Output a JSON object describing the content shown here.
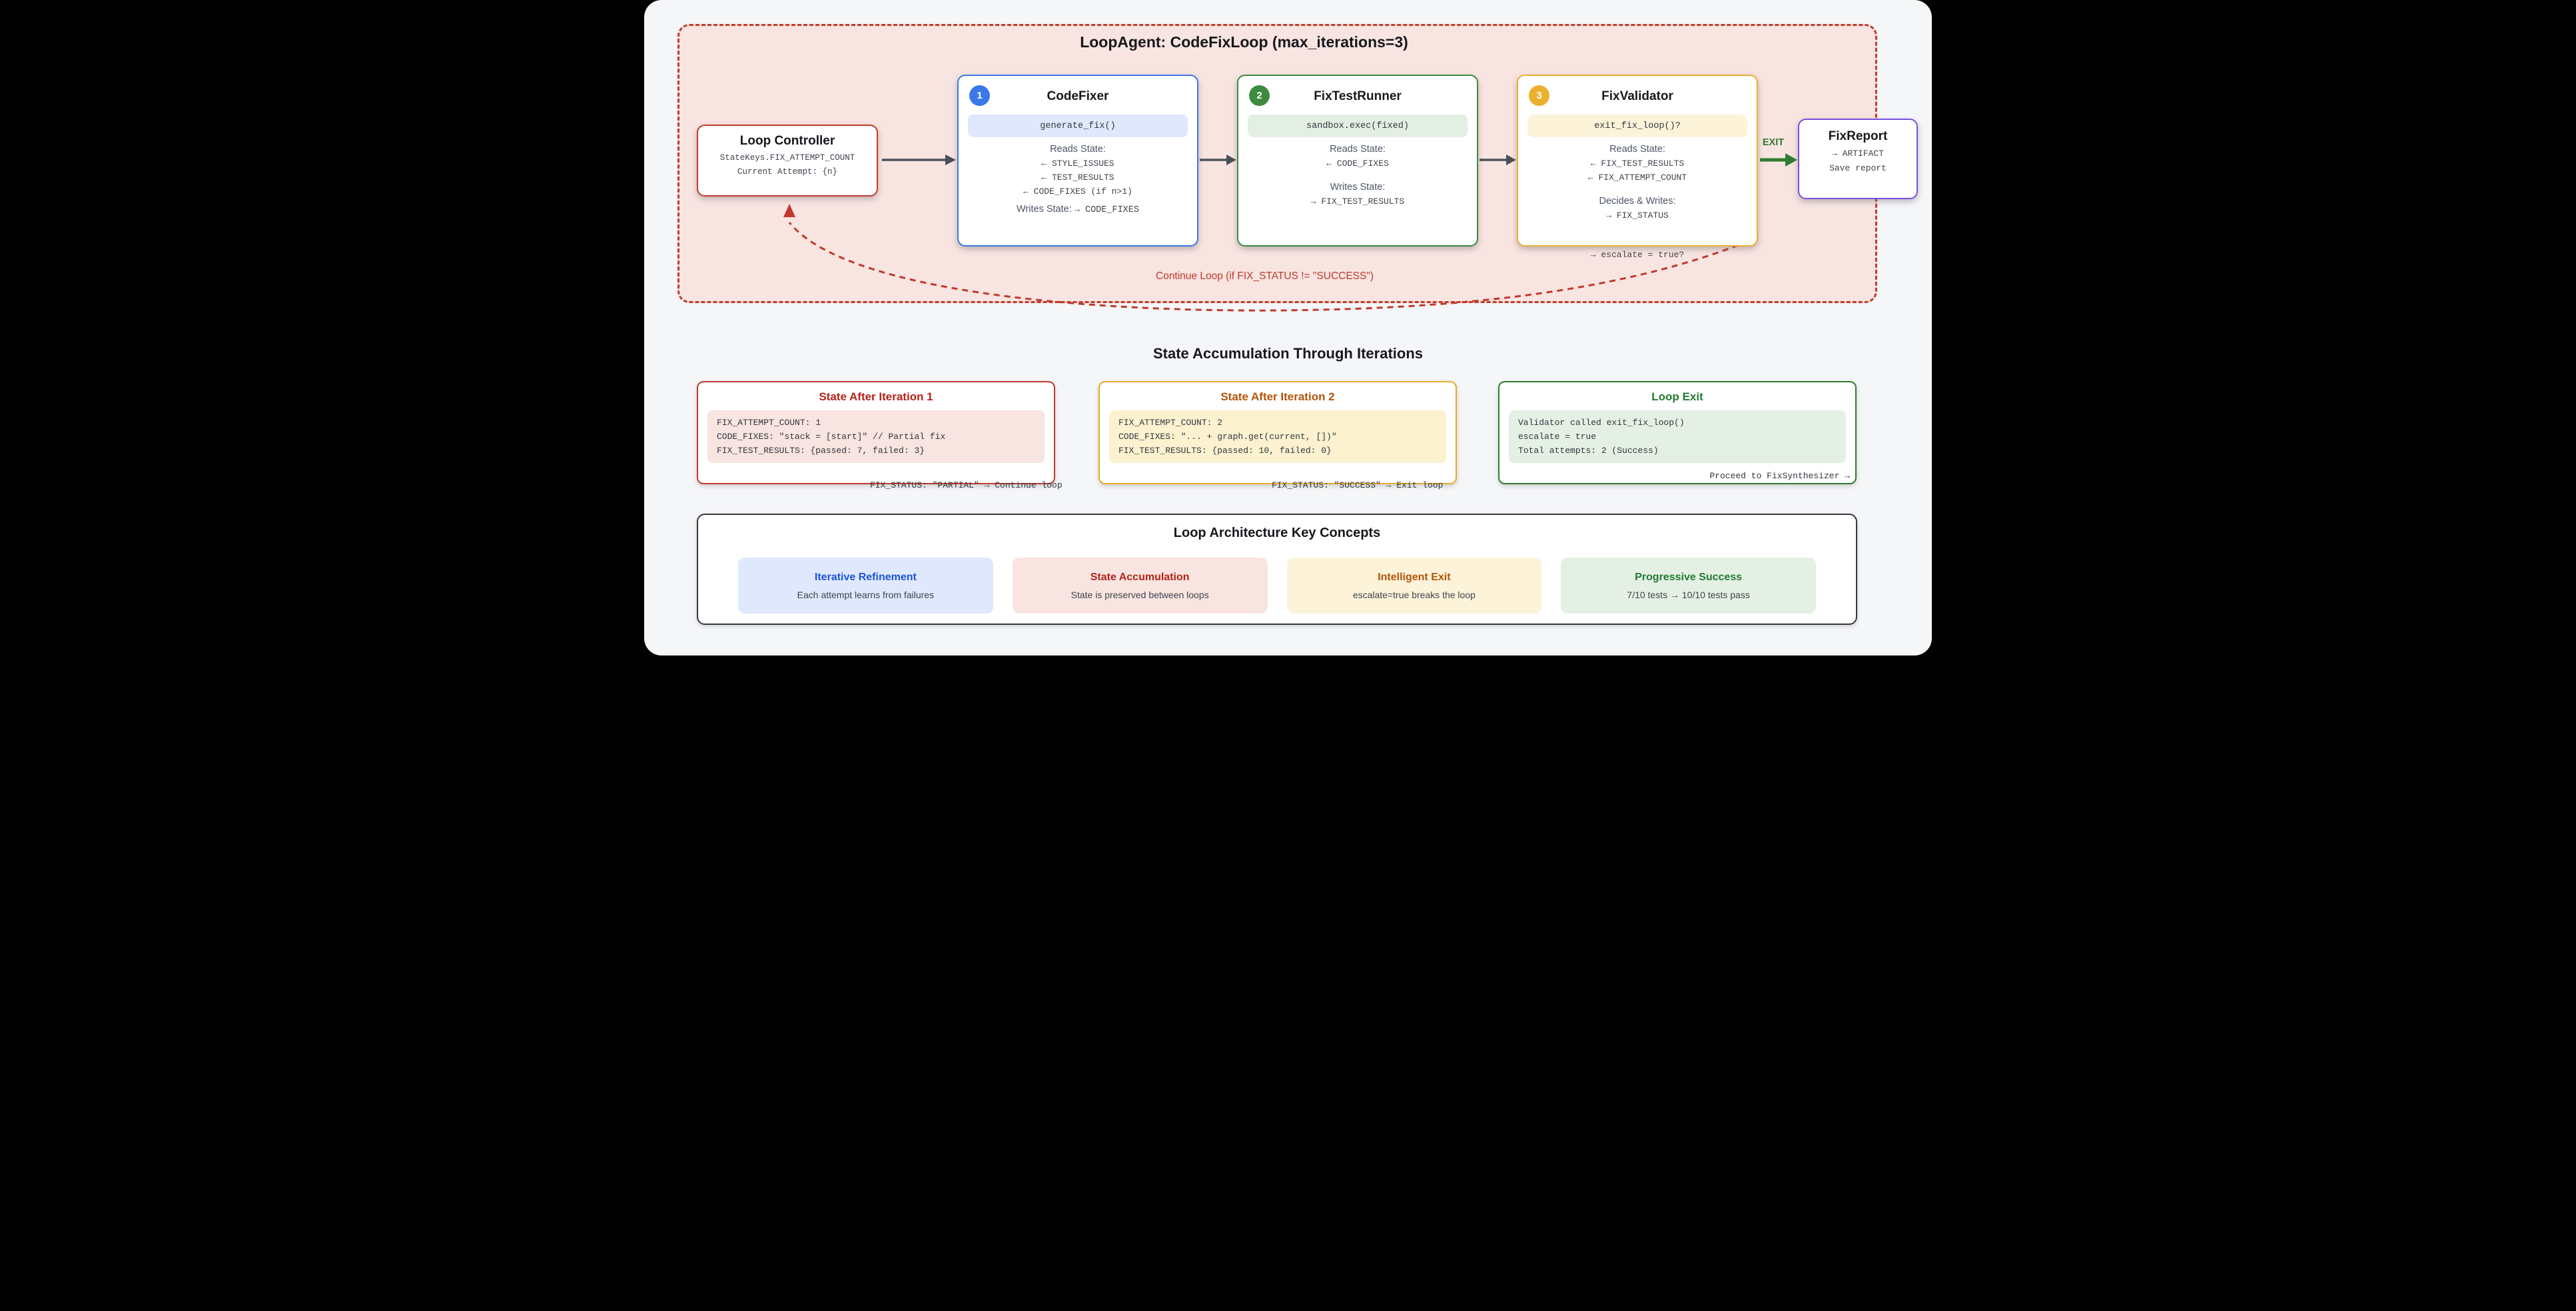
{
  "palette": {
    "loop_red": "#c23b2b",
    "blue": "#3b78e8",
    "green": "#3d8b40",
    "amber": "#ecb02f",
    "purple": "#7b4fe0",
    "exit_green": "#2e7d32",
    "arrow_gray": "#4a5058"
  },
  "loop": {
    "title": "LoopAgent: CodeFixLoop (max_iterations=3)",
    "controller": {
      "title": "Loop Controller",
      "lines": [
        "StateKeys.FIX_ATTEMPT_COUNT",
        "Current Attempt: {n}"
      ]
    },
    "agents": [
      {
        "badge": "1",
        "title": "CodeFixer",
        "code": "generate_fix()",
        "reads_label": "Reads State:",
        "reads": [
          "← STYLE_ISSUES",
          "← TEST_RESULTS",
          "← CODE_FIXES (if n>1)"
        ],
        "writes_label": "Writes State:",
        "writes_inline": "→ CODE_FIXES"
      },
      {
        "badge": "2",
        "title": "FixTestRunner",
        "code": "sandbox.exec(fixed)",
        "reads_label": "Reads State:",
        "reads": [
          "← CODE_FIXES"
        ],
        "writes_label": "Writes State:",
        "writes": [
          "→ FIX_TEST_RESULTS"
        ]
      },
      {
        "badge": "3",
        "title": "FixValidator",
        "code": "exit_fix_loop()?",
        "reads_label": "Reads State:",
        "reads": [
          "← FIX_TEST_RESULTS",
          "← FIX_ATTEMPT_COUNT"
        ],
        "writes_label": "Decides & Writes:",
        "writes": [
          "→ FIX_STATUS",
          "→ escalate = true?"
        ]
      }
    ],
    "exit_label": "EXIT",
    "report": {
      "title": "FixReport",
      "lines": [
        "→ ARTIFACT",
        "Save report"
      ]
    },
    "continue_label": "Continue Loop (if FIX_STATUS != \"SUCCESS\")"
  },
  "state": {
    "title": "State Accumulation Through Iterations",
    "cards": [
      {
        "title": "State After Iteration 1",
        "lines": [
          "FIX_ATTEMPT_COUNT: 1",
          "CODE_FIXES: \"stack = [start]\" // Partial fix",
          "FIX_TEST_RESULTS: {passed: 7, failed: 3}"
        ],
        "footer": "FIX_STATUS: \"PARTIAL\" → Continue loop"
      },
      {
        "title": "State After Iteration 2",
        "lines": [
          "FIX_ATTEMPT_COUNT: 2",
          "CODE_FIXES: \"... + graph.get(current, [])\"",
          "FIX_TEST_RESULTS: {passed: 10, failed: 0}"
        ],
        "footer": "FIX_STATUS: \"SUCCESS\" → Exit loop"
      },
      {
        "title": "Loop Exit",
        "lines": [
          "Validator called exit_fix_loop()",
          "escalate = true",
          "Total attempts: 2 (Success)"
        ],
        "footer": "Proceed to FixSynthesizer →"
      }
    ]
  },
  "concepts": {
    "title": "Loop Architecture Key Concepts",
    "items": [
      {
        "title": "Iterative Refinement",
        "subtitle": "Each attempt learns from failures"
      },
      {
        "title": "State Accumulation",
        "subtitle": "State is preserved between loops"
      },
      {
        "title": "Intelligent Exit",
        "subtitle": "escalate=true breaks the loop"
      },
      {
        "title": "Progressive Success",
        "subtitle": "7/10 tests → 10/10 tests pass"
      }
    ]
  }
}
